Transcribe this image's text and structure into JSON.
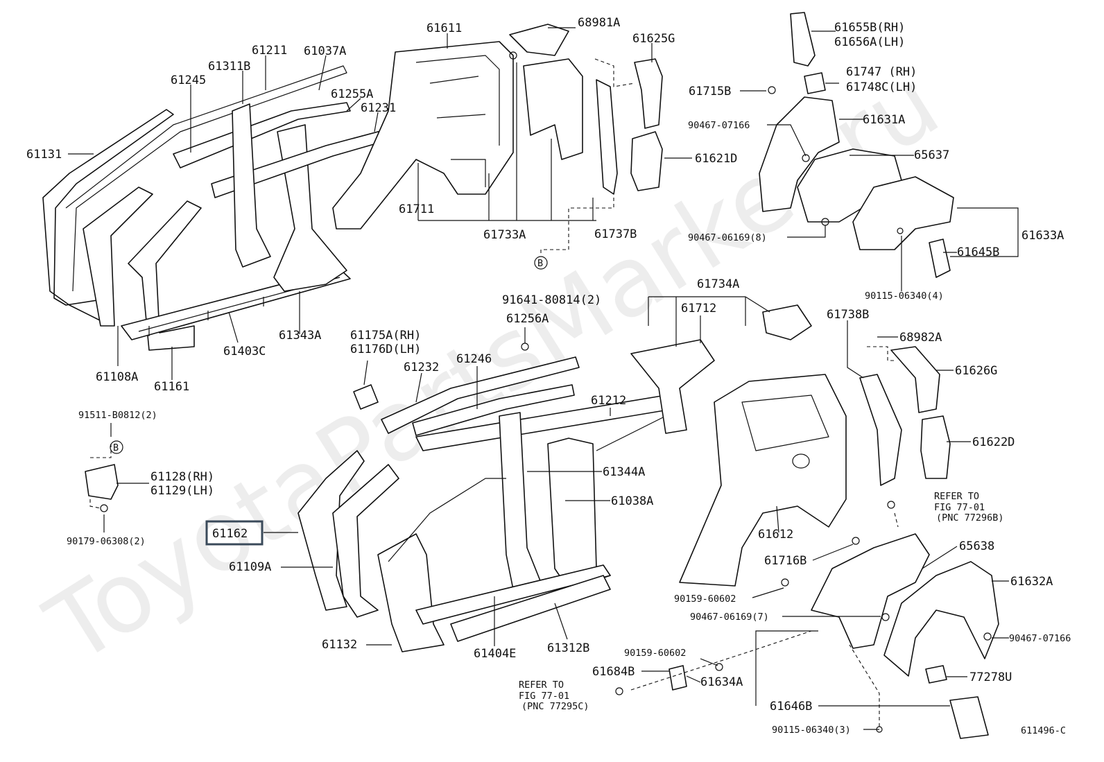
{
  "watermark": "ToyotaPartsMarket.ru",
  "figure_code": "611496-C",
  "highlighted_part": "61162",
  "callout_marker": "B",
  "labels": {
    "p61611": "61611",
    "p68981A": "68981A",
    "p61625G": "61625G",
    "p61211": "61211",
    "p61037A": "61037A",
    "p61311B": "61311B",
    "p61245": "61245",
    "p61255A": "61255A",
    "p61231": "61231",
    "p61131": "61131",
    "p61711": "61711",
    "p61733A": "61733A",
    "p61737B": "61737B",
    "p61621D": "61621D",
    "p61343A": "61343A",
    "p61403C": "61403C",
    "p61108A": "61108A",
    "p61161": "61161",
    "p91641": "91641-80814(2)",
    "p61655B": "61655B(RH)",
    "p61656A": "61656A(LH)",
    "p61747": "61747  (RH)",
    "p61748C": "61748C(LH)",
    "p61715B": "61715B",
    "p90467_07166a": "90467-07166",
    "p61631A": "61631A",
    "p65637": "65637",
    "p90467_06169_8": "90467-06169(8)",
    "p61633A": "61633A",
    "p61645B": "61645B",
    "p90115_06340_4": "90115-06340(4)",
    "p61734A": "61734A",
    "p61712": "61712",
    "p61738B": "61738B",
    "p68982A": "68982A",
    "p61626G": "61626G",
    "p61622D": "61622D",
    "p61256A": "61256A",
    "p61175A": "61175A(RH)",
    "p61176D": "61176D(LH)",
    "p61246": "61246",
    "p61232": "61232",
    "p61212": "61212",
    "p91511": "91511-B0812(2)",
    "p61128": "61128(RH)",
    "p61129": "61129(LH)",
    "p90179": "90179-06308(2)",
    "p61162": "61162",
    "p61109A": "61109A",
    "p61344A": "61344A",
    "p61038A": "61038A",
    "p61612": "61612",
    "p61716B": "61716B",
    "p65638": "65638",
    "p61632A": "61632A",
    "p90159_60602a": "90159-60602",
    "p90467_06169_7": "90467-06169(7)",
    "p90467_07166b": "90467-07166",
    "p61132": "61132",
    "p61404E": "61404E",
    "p61312B": "61312B",
    "p90159_60602b": "90159-60602",
    "p61684B": "61684B",
    "p61634A": "61634A",
    "p77278U": "77278U",
    "p61646B": "61646B",
    "p90115_06340_3": "90115-06340(3)"
  },
  "refer_notes": {
    "upper": {
      "line1": "REFER TO",
      "line2": "FIG 77-01",
      "line3": "(PNC 77296B)"
    },
    "lower": {
      "line1": "REFER TO",
      "line2": "FIG 77-01",
      "line3": "(PNC 77295C)"
    }
  }
}
